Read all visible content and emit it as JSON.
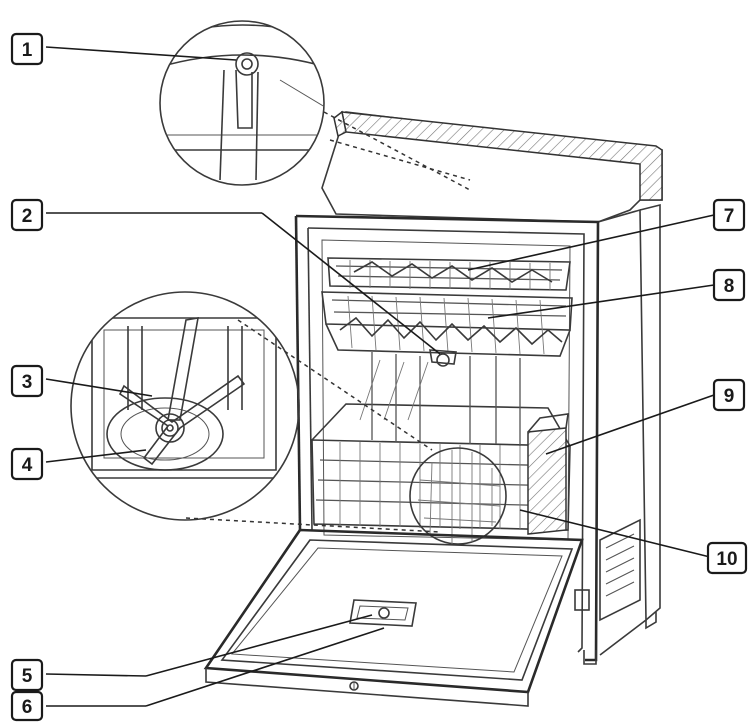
{
  "diagram": {
    "callouts": [
      {
        "id": "callout-1",
        "label": "1"
      },
      {
        "id": "callout-2",
        "label": "2"
      },
      {
        "id": "callout-3",
        "label": "3"
      },
      {
        "id": "callout-4",
        "label": "4"
      },
      {
        "id": "callout-5",
        "label": "5"
      },
      {
        "id": "callout-6",
        "label": "6"
      },
      {
        "id": "callout-7",
        "label": "7"
      },
      {
        "id": "callout-8",
        "label": "8"
      },
      {
        "id": "callout-9",
        "label": "9"
      },
      {
        "id": "callout-10",
        "label": "10"
      }
    ],
    "colors": {
      "line": "#1a1a1a",
      "background": "#ffffff"
    }
  }
}
